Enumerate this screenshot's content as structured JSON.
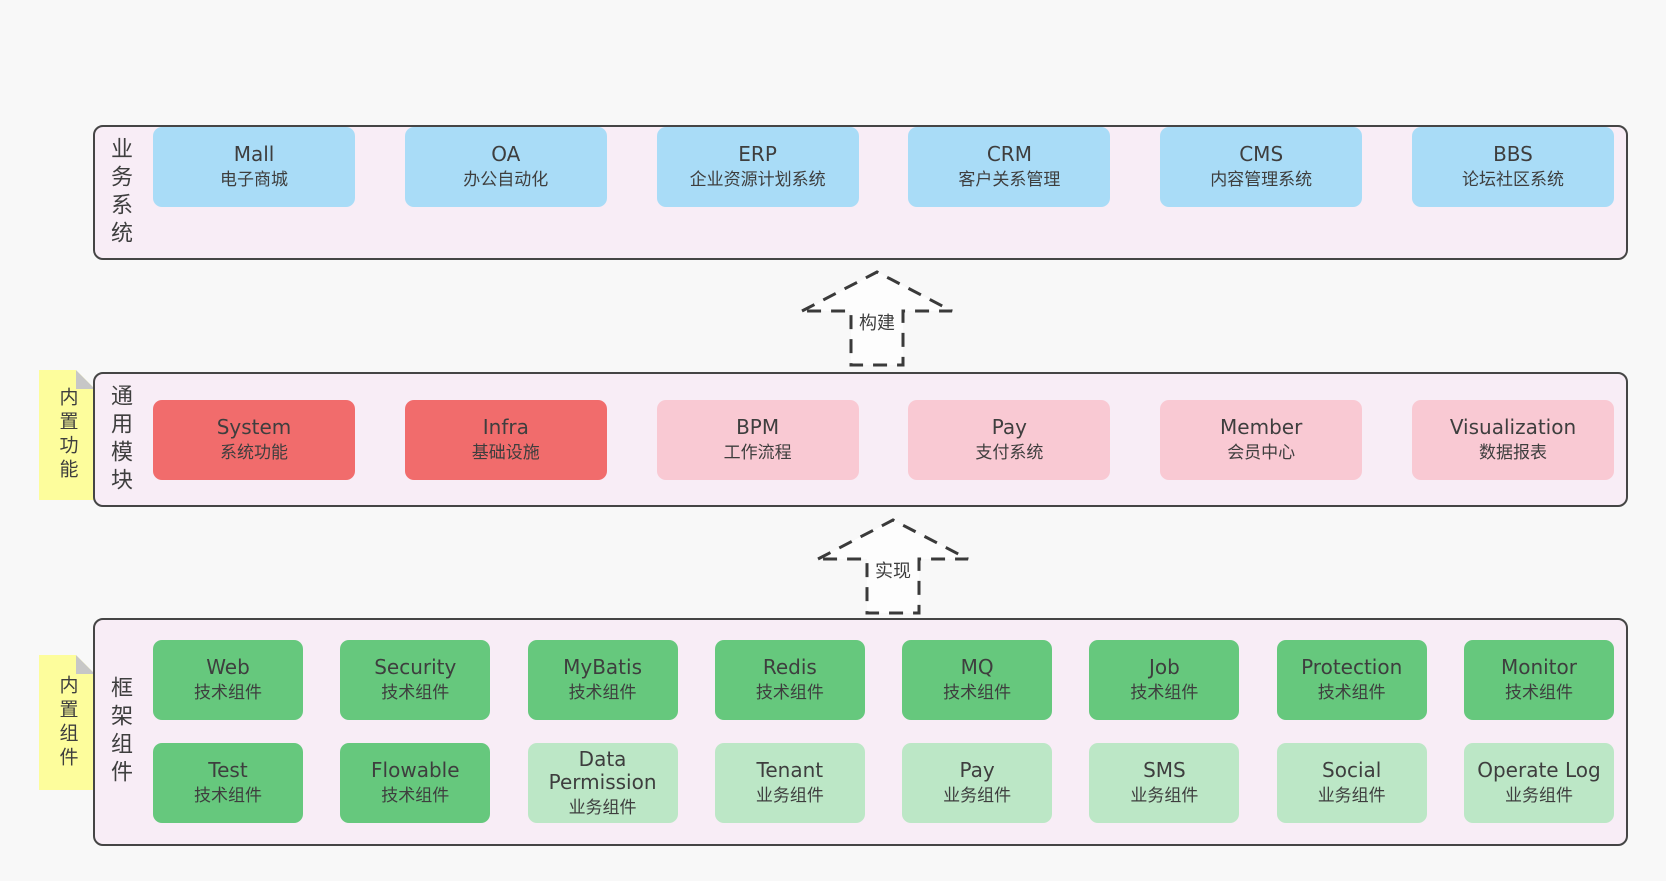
{
  "colors": {
    "background": "#f8f8f8",
    "layer_fill": "#f8edf6",
    "layer_border": "#454545",
    "blue_box": "#a9dcf7",
    "red_box": "#f16c6c",
    "pink_box": "#f9c9d3",
    "green_box": "#66c87d",
    "light_green_box": "#bce7c6",
    "sticky_note": "#fdfd9c",
    "text": "#3e3e3e"
  },
  "layers": {
    "business": {
      "label": "业务系统",
      "boxes": [
        {
          "title": "Mall",
          "subtitle": "电子商城"
        },
        {
          "title": "OA",
          "subtitle": "办公自动化"
        },
        {
          "title": "ERP",
          "subtitle": "企业资源计划系统"
        },
        {
          "title": "CRM",
          "subtitle": "客户关系管理"
        },
        {
          "title": "CMS",
          "subtitle": "内容管理系统"
        },
        {
          "title": "BBS",
          "subtitle": "论坛社区系统"
        }
      ]
    },
    "modules": {
      "label": "通用模块",
      "note": "内置功能",
      "boxes": [
        {
          "title": "System",
          "subtitle": "系统功能"
        },
        {
          "title": "Infra",
          "subtitle": "基础设施"
        },
        {
          "title": "BPM",
          "subtitle": "工作流程"
        },
        {
          "title": "Pay",
          "subtitle": "支付系统"
        },
        {
          "title": "Member",
          "subtitle": "会员中心"
        },
        {
          "title": "Visualization",
          "subtitle": "数据报表"
        }
      ]
    },
    "components": {
      "label": "框架组件",
      "note": "内置组件",
      "row1": [
        {
          "title": "Web",
          "subtitle": "技术组件"
        },
        {
          "title": "Security",
          "subtitle": "技术组件"
        },
        {
          "title": "MyBatis",
          "subtitle": "技术组件"
        },
        {
          "title": "Redis",
          "subtitle": "技术组件"
        },
        {
          "title": "MQ",
          "subtitle": "技术组件"
        },
        {
          "title": "Job",
          "subtitle": "技术组件"
        },
        {
          "title": "Protection",
          "subtitle": "技术组件"
        },
        {
          "title": "Monitor",
          "subtitle": "技术组件"
        }
      ],
      "row2": [
        {
          "title": "Test",
          "subtitle": "技术组件"
        },
        {
          "title": "Flowable",
          "subtitle": "技术组件"
        },
        {
          "title": "Data Permission",
          "subtitle": "业务组件"
        },
        {
          "title": "Tenant",
          "subtitle": "业务组件"
        },
        {
          "title": "Pay",
          "subtitle": "业务组件"
        },
        {
          "title": "SMS",
          "subtitle": "业务组件"
        },
        {
          "title": "Social",
          "subtitle": "业务组件"
        },
        {
          "title": "Operate Log",
          "subtitle": "业务组件"
        }
      ]
    }
  },
  "arrows": [
    {
      "label": "构建"
    },
    {
      "label": "实现"
    }
  ]
}
